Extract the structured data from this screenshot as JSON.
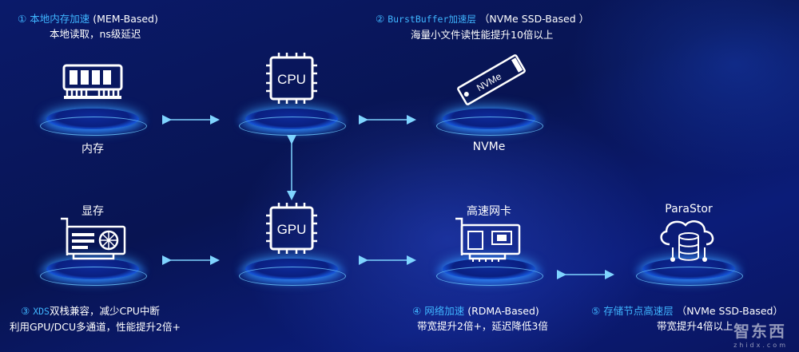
{
  "notes": {
    "n1": {
      "num": "①",
      "title": "本地内存加速",
      "tag": "(MEM-Based)",
      "desc": "本地读取，ns级延迟"
    },
    "n2": {
      "num": "②",
      "title": "BurstBuffer加速层",
      "tag": "（NVMe SSD-Based ）",
      "desc": "海量小文件读性能提升10倍以上"
    },
    "n3": {
      "num": "③",
      "xds": "XDS",
      "title": "双栈兼容，减少CPU中断",
      "desc": "利用GPU/DCU多通道，性能提升2倍+"
    },
    "n4": {
      "num": "④",
      "title": "网络加速",
      "tag": "(RDMA-Based)",
      "desc": "带宽提升2倍+，延迟降低3倍"
    },
    "n5": {
      "num": "⑤",
      "title": "存储节点高速层",
      "tag": "（NVMe SSD-Based）",
      "desc": "带宽提升4倍以上"
    }
  },
  "nodes": {
    "memory": "内存",
    "cpu": "CPU",
    "nvme": "NVMe",
    "nvme_chip": "NVMe",
    "vram": "显存",
    "gpu": "GPU",
    "nic": "高速网卡",
    "parastor": "ParaStor"
  },
  "watermark": {
    "brand": "智东西",
    "url": "zhidx.com"
  },
  "colors": {
    "accent": "#3fb5ff",
    "background": "#0a1a6a",
    "line": "#7fd4ff"
  }
}
